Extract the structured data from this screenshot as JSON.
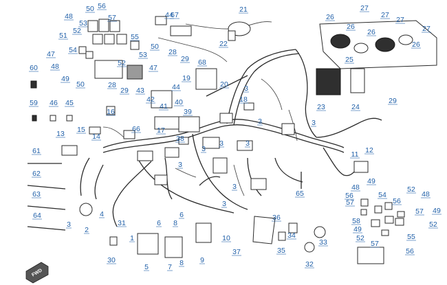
{
  "diagram": {
    "colors": {
      "callout": "#1f5fa8",
      "line": "#2a2a2a",
      "dark_part": "#2f2f2f",
      "grey_part": "#9a9a9a"
    },
    "corner_tag": "FWD",
    "callouts": [
      {
        "id": "c1",
        "text": "1"
      },
      {
        "id": "c2",
        "text": "2"
      },
      {
        "id": "c3a",
        "text": "3"
      },
      {
        "id": "c3b",
        "text": "3"
      },
      {
        "id": "c3c",
        "text": "3"
      },
      {
        "id": "c3d",
        "text": "3"
      },
      {
        "id": "c3e",
        "text": "3"
      },
      {
        "id": "c3f",
        "text": "3"
      },
      {
        "id": "c3g",
        "text": "3"
      },
      {
        "id": "c3h",
        "text": "3"
      },
      {
        "id": "c3i",
        "text": "3"
      },
      {
        "id": "c3j",
        "text": "3"
      },
      {
        "id": "c4",
        "text": "4"
      },
      {
        "id": "c5",
        "text": "5"
      },
      {
        "id": "c6a",
        "text": "6"
      },
      {
        "id": "c6b",
        "text": "6"
      },
      {
        "id": "c7",
        "text": "7"
      },
      {
        "id": "c8a",
        "text": "8"
      },
      {
        "id": "c8b",
        "text": "8"
      },
      {
        "id": "c9",
        "text": "9"
      },
      {
        "id": "c10",
        "text": "10"
      },
      {
        "id": "c11",
        "text": "11"
      },
      {
        "id": "c12",
        "text": "12"
      },
      {
        "id": "c13",
        "text": "13"
      },
      {
        "id": "c14",
        "text": "14"
      },
      {
        "id": "c15",
        "text": "15"
      },
      {
        "id": "c16",
        "text": "16"
      },
      {
        "id": "c17",
        "text": "17"
      },
      {
        "id": "c18",
        "text": "18"
      },
      {
        "id": "c19",
        "text": "19"
      },
      {
        "id": "c20",
        "text": "20"
      },
      {
        "id": "c21",
        "text": "21"
      },
      {
        "id": "c22",
        "text": "22"
      },
      {
        "id": "c23",
        "text": "23"
      },
      {
        "id": "c24",
        "text": "24"
      },
      {
        "id": "c25",
        "text": "25"
      },
      {
        "id": "c26a",
        "text": "26"
      },
      {
        "id": "c26b",
        "text": "26"
      },
      {
        "id": "c26c",
        "text": "26"
      },
      {
        "id": "c26d",
        "text": "26"
      },
      {
        "id": "c27a",
        "text": "27"
      },
      {
        "id": "c27b",
        "text": "27"
      },
      {
        "id": "c27c",
        "text": "27"
      },
      {
        "id": "c27d",
        "text": "27"
      },
      {
        "id": "c28a",
        "text": "28"
      },
      {
        "id": "c28b",
        "text": "28"
      },
      {
        "id": "c29a",
        "text": "29"
      },
      {
        "id": "c29b",
        "text": "29"
      },
      {
        "id": "c29c",
        "text": "29"
      },
      {
        "id": "c30",
        "text": "30"
      },
      {
        "id": "c31",
        "text": "31"
      },
      {
        "id": "c32",
        "text": "32"
      },
      {
        "id": "c33",
        "text": "33"
      },
      {
        "id": "c34",
        "text": "34"
      },
      {
        "id": "c35",
        "text": "35"
      },
      {
        "id": "c36",
        "text": "36"
      },
      {
        "id": "c37",
        "text": "37"
      },
      {
        "id": "c38",
        "text": "38"
      },
      {
        "id": "c39",
        "text": "39"
      },
      {
        "id": "c40",
        "text": "40"
      },
      {
        "id": "c41",
        "text": "41"
      },
      {
        "id": "c42",
        "text": "42"
      },
      {
        "id": "c43",
        "text": "43"
      },
      {
        "id": "c44a",
        "text": "44"
      },
      {
        "id": "c44b",
        "text": "44"
      },
      {
        "id": "c45",
        "text": "45"
      },
      {
        "id": "c46",
        "text": "46"
      },
      {
        "id": "c47a",
        "text": "47"
      },
      {
        "id": "c47b",
        "text": "47"
      },
      {
        "id": "c48a",
        "text": "48"
      },
      {
        "id": "c48b",
        "text": "48"
      },
      {
        "id": "c48c",
        "text": "48"
      },
      {
        "id": "c48d",
        "text": "48"
      },
      {
        "id": "c49a",
        "text": "49"
      },
      {
        "id": "c49b",
        "text": "49"
      },
      {
        "id": "c49c",
        "text": "49"
      },
      {
        "id": "c49d",
        "text": "49"
      },
      {
        "id": "c50a",
        "text": "50"
      },
      {
        "id": "c50b",
        "text": "50"
      },
      {
        "id": "c50c",
        "text": "50"
      },
      {
        "id": "c51",
        "text": "51"
      },
      {
        "id": "c52a",
        "text": "52"
      },
      {
        "id": "c52b",
        "text": "52"
      },
      {
        "id": "c52c",
        "text": "52"
      },
      {
        "id": "c52d",
        "text": "52"
      },
      {
        "id": "c52e",
        "text": "52"
      },
      {
        "id": "c53a",
        "text": "53"
      },
      {
        "id": "c53b",
        "text": "53"
      },
      {
        "id": "c54a",
        "text": "54"
      },
      {
        "id": "c54b",
        "text": "54"
      },
      {
        "id": "c55a",
        "text": "55"
      },
      {
        "id": "c55b",
        "text": "55"
      },
      {
        "id": "c56a",
        "text": "56"
      },
      {
        "id": "c56b",
        "text": "56"
      },
      {
        "id": "c56c",
        "text": "56"
      },
      {
        "id": "c56d",
        "text": "56"
      },
      {
        "id": "c57a",
        "text": "57"
      },
      {
        "id": "c57b",
        "text": "57"
      },
      {
        "id": "c57c",
        "text": "57"
      },
      {
        "id": "c57d",
        "text": "57"
      },
      {
        "id": "c58",
        "text": "58"
      },
      {
        "id": "c59",
        "text": "59"
      },
      {
        "id": "c60",
        "text": "60"
      },
      {
        "id": "c61",
        "text": "61"
      },
      {
        "id": "c62",
        "text": "62"
      },
      {
        "id": "c63",
        "text": "63"
      },
      {
        "id": "c64",
        "text": "64"
      },
      {
        "id": "c65",
        "text": "65"
      },
      {
        "id": "c66",
        "text": "66"
      },
      {
        "id": "c67",
        "text": "67"
      },
      {
        "id": "c68",
        "text": "68"
      }
    ]
  }
}
